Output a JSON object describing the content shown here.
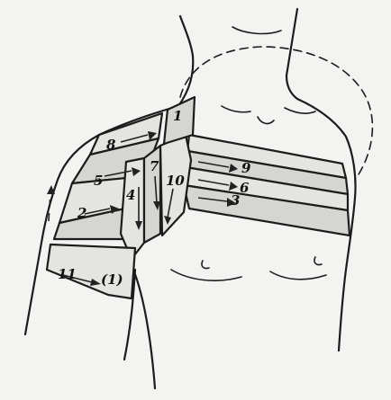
{
  "diagram": {
    "bandage_turns": [
      "1",
      "2",
      "3",
      "4",
      "5",
      "6",
      "7",
      "8",
      "9",
      "10",
      "11",
      "(1)"
    ]
  }
}
